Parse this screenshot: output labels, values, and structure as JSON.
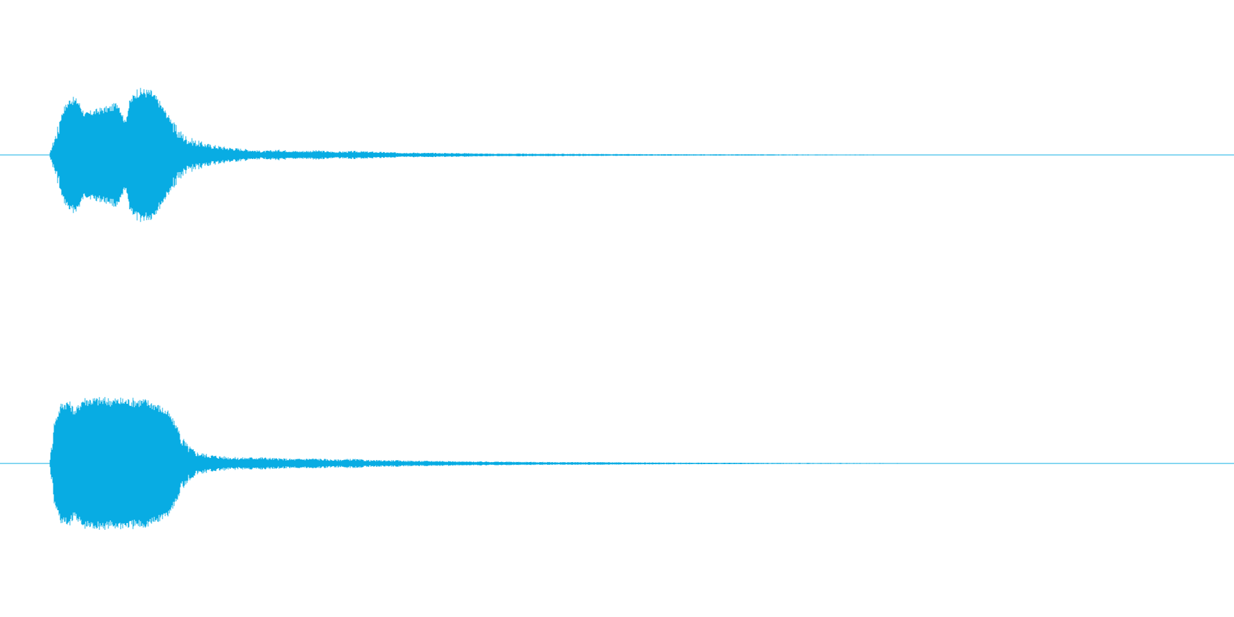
{
  "waveform": {
    "color": "#08ACE3",
    "channel_count": 2,
    "channels": [
      {
        "id": "channel-1",
        "amplitude_envelope": [
          [
            0.0,
            0.0
          ],
          [
            0.005,
            0.32
          ],
          [
            0.012,
            0.7
          ],
          [
            0.018,
            0.86
          ],
          [
            0.024,
            0.83
          ],
          [
            0.03,
            0.62
          ],
          [
            0.036,
            0.66
          ],
          [
            0.044,
            0.7
          ],
          [
            0.052,
            0.73
          ],
          [
            0.058,
            0.8
          ],
          [
            0.064,
            0.5
          ],
          [
            0.068,
            0.82
          ],
          [
            0.074,
            0.98
          ],
          [
            0.08,
            0.98
          ],
          [
            0.086,
            0.96
          ],
          [
            0.092,
            0.83
          ],
          [
            0.1,
            0.6
          ],
          [
            0.108,
            0.42
          ],
          [
            0.116,
            0.28
          ],
          [
            0.124,
            0.22
          ],
          [
            0.136,
            0.16
          ],
          [
            0.15,
            0.12
          ],
          [
            0.166,
            0.09
          ],
          [
            0.18,
            0.06
          ],
          [
            0.194,
            0.08
          ],
          [
            0.21,
            0.06
          ],
          [
            0.226,
            0.07
          ],
          [
            0.242,
            0.05
          ],
          [
            0.258,
            0.06
          ],
          [
            0.274,
            0.05
          ],
          [
            0.29,
            0.04
          ],
          [
            0.31,
            0.035
          ],
          [
            0.33,
            0.03
          ],
          [
            0.35,
            0.03
          ],
          [
            0.37,
            0.02
          ],
          [
            0.4,
            0.02
          ],
          [
            0.43,
            0.018
          ],
          [
            0.46,
            0.015
          ],
          [
            0.5,
            0.012
          ],
          [
            0.54,
            0.01
          ],
          [
            0.58,
            0.01
          ],
          [
            0.62,
            0.008
          ],
          [
            0.66,
            0.006
          ],
          [
            0.7,
            0.006
          ],
          [
            0.74,
            0.004
          ],
          [
            0.78,
            0.003
          ],
          [
            0.8,
            0.002
          ],
          [
            0.82,
            0.0
          ],
          [
            1.0,
            0.0
          ]
        ]
      },
      {
        "id": "channel-2",
        "amplitude_envelope": [
          [
            0.0,
            0.0
          ],
          [
            0.004,
            0.6
          ],
          [
            0.01,
            0.9
          ],
          [
            0.016,
            0.94
          ],
          [
            0.022,
            0.8
          ],
          [
            0.028,
            0.98
          ],
          [
            0.04,
            0.98
          ],
          [
            0.06,
            0.97
          ],
          [
            0.08,
            0.96
          ],
          [
            0.09,
            0.9
          ],
          [
            0.1,
            0.78
          ],
          [
            0.108,
            0.55
          ],
          [
            0.116,
            0.3
          ],
          [
            0.124,
            0.18
          ],
          [
            0.134,
            0.14
          ],
          [
            0.146,
            0.11
          ],
          [
            0.16,
            0.09
          ],
          [
            0.176,
            0.1
          ],
          [
            0.192,
            0.08
          ],
          [
            0.206,
            0.07
          ],
          [
            0.222,
            0.08
          ],
          [
            0.24,
            0.06
          ],
          [
            0.256,
            0.07
          ],
          [
            0.272,
            0.05
          ],
          [
            0.29,
            0.05
          ],
          [
            0.31,
            0.04
          ],
          [
            0.33,
            0.04
          ],
          [
            0.35,
            0.03
          ],
          [
            0.37,
            0.03
          ],
          [
            0.4,
            0.025
          ],
          [
            0.43,
            0.02
          ],
          [
            0.46,
            0.02
          ],
          [
            0.5,
            0.015
          ],
          [
            0.54,
            0.012
          ],
          [
            0.58,
            0.01
          ],
          [
            0.62,
            0.008
          ],
          [
            0.66,
            0.007
          ],
          [
            0.7,
            0.006
          ],
          [
            0.74,
            0.005
          ],
          [
            0.77,
            0.004
          ],
          [
            0.8,
            0.002
          ],
          [
            0.82,
            0.0
          ],
          [
            1.0,
            0.0
          ]
        ]
      }
    ]
  }
}
